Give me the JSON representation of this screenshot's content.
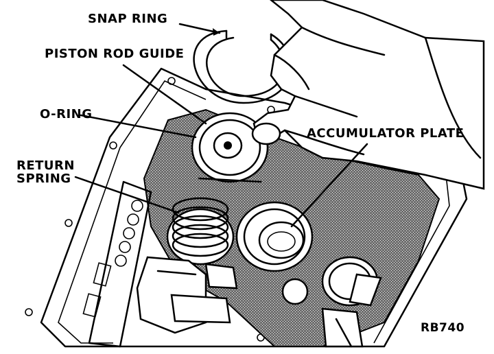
{
  "figure": {
    "labels": {
      "snap_ring": "SNAP RING",
      "piston_rod_guide": "PISTON ROD GUIDE",
      "o_ring": "O-RING",
      "return_spring_line1": "RETURN",
      "return_spring_line2": "SPRING",
      "accumulator_plate": "ACCUMULATOR PLATE"
    },
    "figure_code": "RB740",
    "colors": {
      "ink": "#000000",
      "paper": "#ffffff",
      "casting": "#5a5a5a"
    }
  }
}
